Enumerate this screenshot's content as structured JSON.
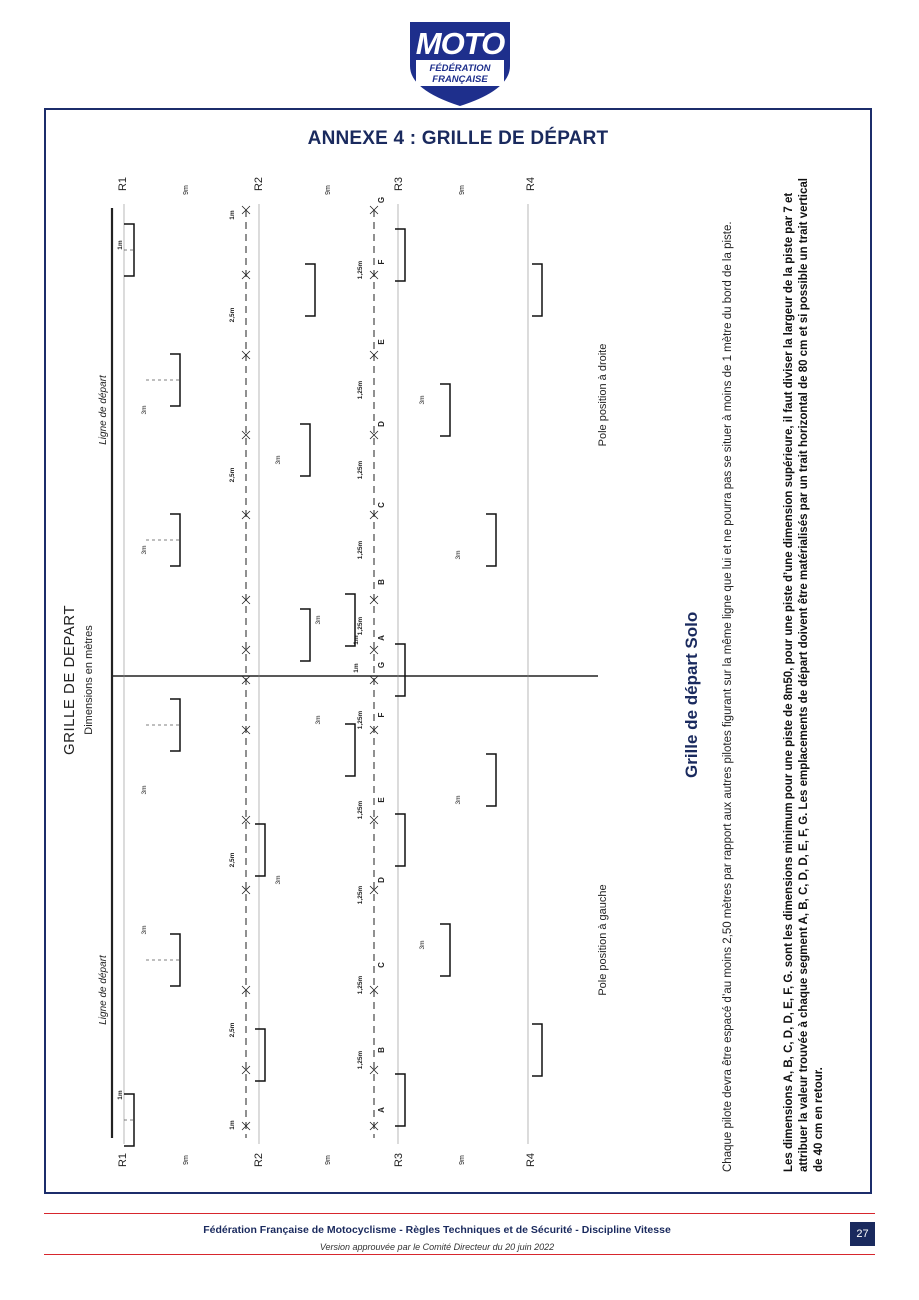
{
  "logo": {
    "brand": "MOTO",
    "line1": "FÉDÉRATION",
    "line2": "FRANÇAISE",
    "brand_color": "#1e2f8c",
    "accent_color": "#d7262d"
  },
  "annex_title": "ANNEXE 4 : GRILLE DE DÉPART",
  "diagram": {
    "title": "GRILLE DE DEPART",
    "subtitle": "Dimensions en mètres",
    "start_line_label": "Ligne de départ",
    "pole_left": "Pole position à gauche",
    "pole_right": "Pole position à droite",
    "rows": [
      "R1",
      "R2",
      "R3",
      "R4"
    ],
    "row_gap": "9m",
    "letters": [
      "A",
      "B",
      "C",
      "D",
      "E",
      "F",
      "G"
    ],
    "dim_1m": "1m",
    "dim_125m": "1,25m",
    "dim_25m": "2,5m",
    "dim_3m": "3m"
  },
  "solo_title": "Grille de départ Solo",
  "note_normal": "Chaque pilote devra être espacé d’au moins 2,50 mètres par rapport aux autres pilotes figurant sur la même ligne que lui et ne pourra pas se situer à moins de 1 mètre du bord de la piste.",
  "note_bold": "Les dimensions A, B, C, D, D, E, F, G. sont les dimensions minimum pour une piste de 8m50, pour une piste d’une dimension supérieure, il faut diviser la largeur de la piste par 7 et attribuer la valeur trouvée à chaque segment A, B, C, D, D, E, F, G. Les emplacements de départ doivent être matérialisés par un trait horizontal de 80 cm et si possible un trait vertical de 40 cm en retour.",
  "footer": {
    "main": "Fédération Française de Motocyclisme - Règles Techniques et de Sécurité - Discipline Vitesse",
    "sub": "Version approuvée par le Comité Directeur du 20 juin 2022",
    "page": "27"
  }
}
